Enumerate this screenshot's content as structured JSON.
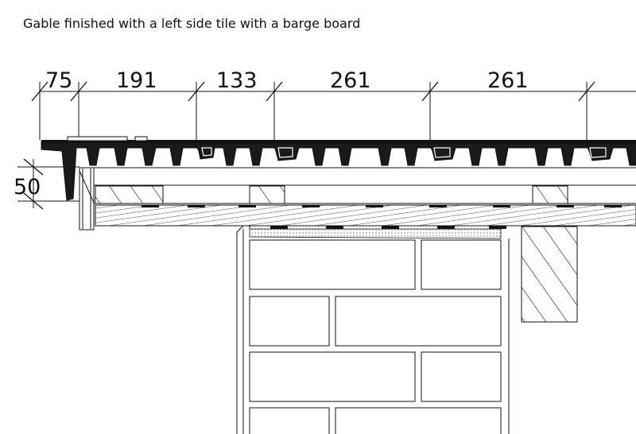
{
  "caption": "Gable finished with a left side tile with a barge board",
  "dimensions": {
    "horizontal": [
      "75",
      "191",
      "133",
      "261",
      "261"
    ],
    "vertical": "50"
  }
}
